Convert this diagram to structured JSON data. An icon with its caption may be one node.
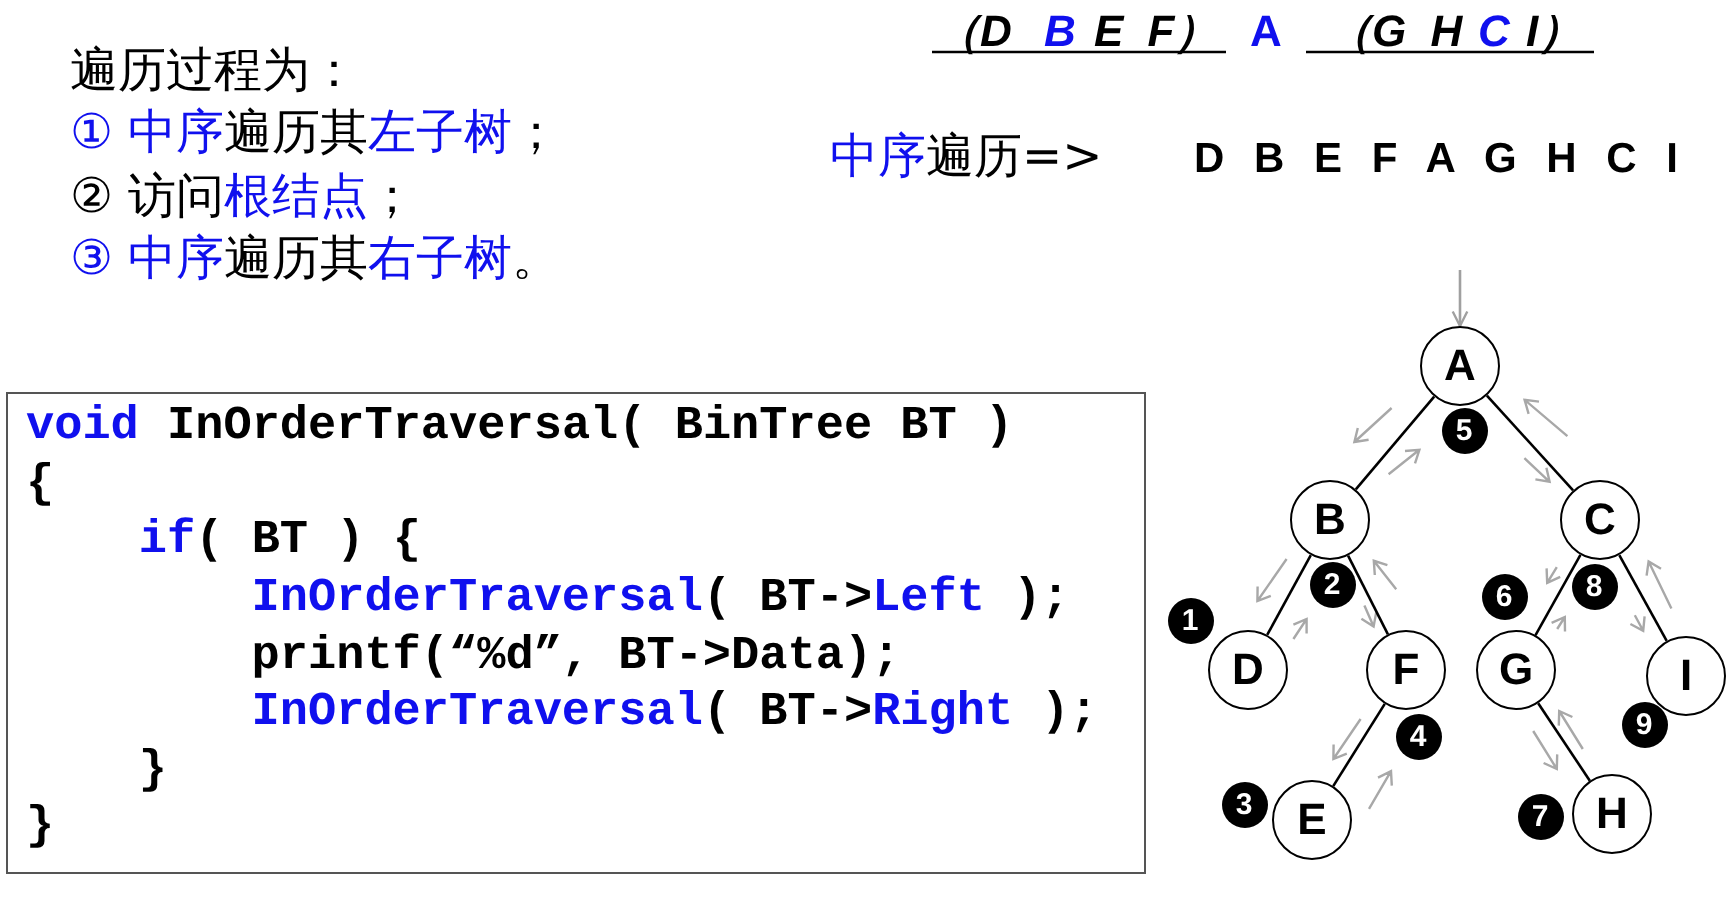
{
  "diagram": {
    "nodes": [
      {
        "text": [
          "void",
          "InOrderTraversal( BinTree BT )",
          "{",
          "if",
          "( BT ) {",
          "InOrderTraversal",
          "( BT->",
          "Left",
          ");",
          "printf(“%d”, BT->Data);",
          "InOrderTraversal",
          "( BT->",
          "Right",
          ");",
          "}",
          "}"
        ]
      },
      {
        "text": [
          "A"
        ]
      },
      {
        "text": [
          "B"
        ]
      },
      {
        "text": [
          "C"
        ]
      },
      {
        "text": [
          "D"
        ]
      },
      {
        "text": [
          "F"
        ]
      },
      {
        "text": [
          "G"
        ]
      },
      {
        "text": [
          "I"
        ]
      },
      {
        "text": [
          "E"
        ]
      },
      {
        "text": [
          "H"
        ]
      },
      {
        "text": [
          "1"
        ]
      },
      {
        "text": [
          "2"
        ]
      },
      {
        "text": [
          "3"
        ]
      },
      {
        "text": [
          "4"
        ]
      },
      {
        "text": [
          "5"
        ]
      },
      {
        "text": [
          "6"
        ]
      },
      {
        "text": [
          "7"
        ]
      },
      {
        "text": [
          "8"
        ]
      },
      {
        "text": [
          "9"
        ]
      }
    ],
    "edges": [
      {
        "from": null,
        "to": 1,
        "arrow": "to",
        "color": "#a0a0a0"
      },
      {
        "from": 1,
        "to": 2,
        "arrow": "none"
      },
      {
        "from": 1,
        "to": 3,
        "arrow": "none"
      },
      {
        "from": 2,
        "to": 4,
        "arrow": "none"
      },
      {
        "from": 2,
        "to": 5,
        "arrow": "none"
      },
      {
        "from": 5,
        "to": 8,
        "arrow": "none"
      },
      {
        "from": 3,
        "to": 6,
        "arrow": "none"
      },
      {
        "from": 3,
        "to": 7,
        "arrow": "none"
      },
      {
        "from": 6,
        "to": 9,
        "arrow": "none"
      }
    ],
    "labels": [
      "遍历过程为：",
      "① 中序",
      "遍历其",
      "左子树",
      "；",
      "② 访问",
      "根结点",
      "；",
      "③ 中序",
      "遍历其",
      "右子树",
      "。",
      "（D",
      "B",
      "E F）",
      "A",
      "（G H",
      "C",
      "I）",
      "中序",
      "遍历=>",
      "D B E F A G H C I"
    ]
  }
}
